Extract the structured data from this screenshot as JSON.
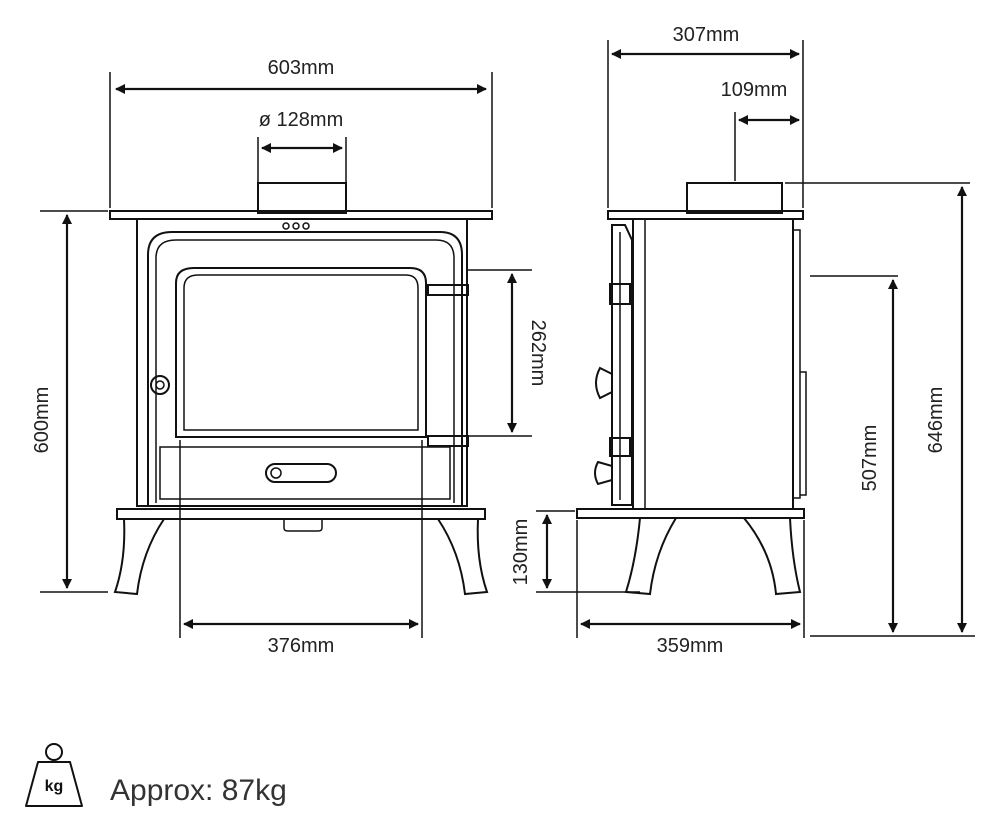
{
  "dimensions": {
    "front_width": "603mm",
    "flue_diameter": "ø 128mm",
    "front_height": "600mm",
    "glass_height": "262mm",
    "door_width": "376mm",
    "side_top_depth": "307mm",
    "flue_offset": "109mm",
    "leg_height": "130mm",
    "side_base_depth": "359mm",
    "outlet_height": "507mm",
    "total_height": "646mm"
  },
  "weight": {
    "icon": "kg-weight-icon",
    "icon_text": "kg",
    "label": "Approx: 87kg"
  }
}
